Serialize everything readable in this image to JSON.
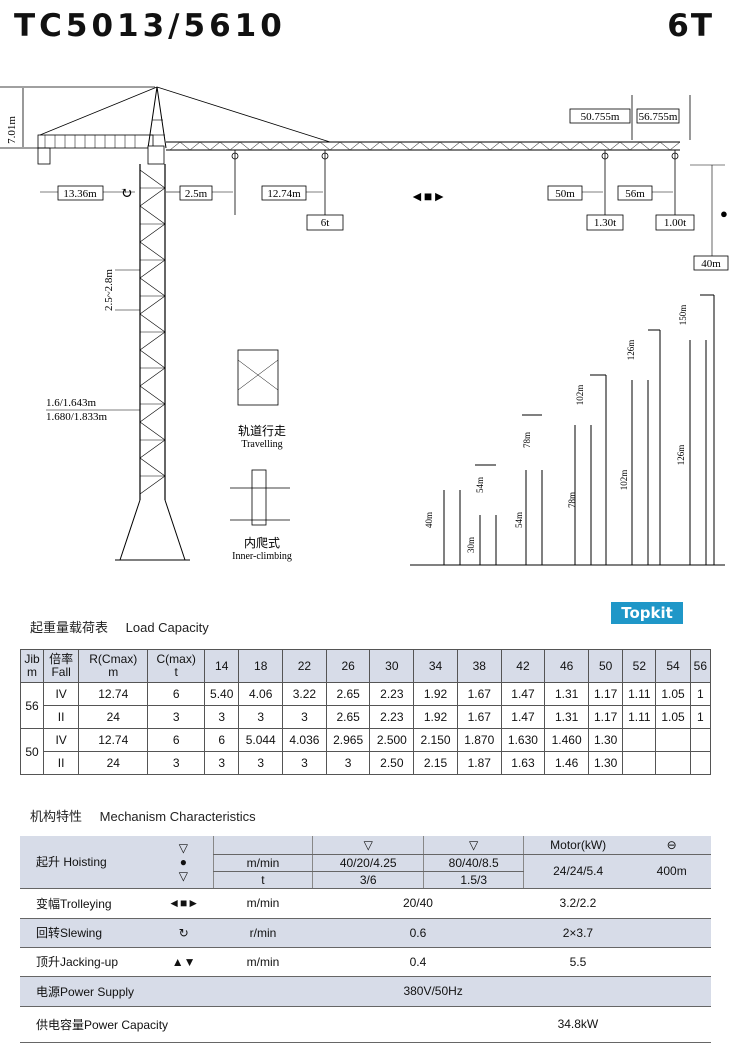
{
  "header": {
    "model": "TC5013/5610",
    "capacity": "6T"
  },
  "diagram": {
    "tip_height": "7.01m",
    "counter_jib": "13.36m",
    "pos_a": "2.5m",
    "pos_b": "12.74m",
    "load_max": "6t",
    "jib_50": "50.755m",
    "jib_56": "56.755m",
    "r50": "50m",
    "r56": "56m",
    "load_50": "1.30t",
    "load_56": "1.00t",
    "hook_height": "40m",
    "mast_step": "2.5~2.8m",
    "mast_size_1": "1.6/1.643m",
    "mast_size_2": "1.680/1.833m",
    "travelling_cn": "轨道行走",
    "travelling_en": "Travelling",
    "climbing_cn": "内爬式",
    "climbing_en": "Inner-climbing",
    "heights": {
      "h40": "40m",
      "h30": "30m",
      "h54": "54m",
      "h54b": "54m",
      "h78": "78m",
      "h78b": "78m",
      "h102": "102m",
      "h102b": "102m",
      "h126": "126m",
      "h126b": "126m",
      "h150": "150m"
    }
  },
  "load_section": {
    "title_cn": "起重量载荷表",
    "title_en": "Load Capacity",
    "brand": "Topkit"
  },
  "load_table": {
    "headers": {
      "jib": [
        "Jib",
        "m"
      ],
      "fall": [
        "倍率",
        "Fall"
      ],
      "r": [
        "R(Cmax)",
        "m"
      ],
      "c": [
        "C(max)",
        "t"
      ],
      "radii": [
        "14",
        "18",
        "22",
        "26",
        "30",
        "34",
        "38",
        "42",
        "46",
        "50",
        "52",
        "54",
        "56"
      ]
    },
    "groups": [
      {
        "jib": "56",
        "rows": [
          {
            "fall": "IV",
            "r": "12.74",
            "c": "6",
            "vals": [
              "5.40",
              "4.06",
              "3.22",
              "2.65",
              "2.23",
              "1.92",
              "1.67",
              "1.47",
              "1.31",
              "1.17",
              "1.11",
              "1.05",
              "1"
            ]
          },
          {
            "fall": "II",
            "r": "24",
            "c": "3",
            "vals": [
              "3",
              "3",
              "3",
              "2.65",
              "2.23",
              "1.92",
              "1.67",
              "1.47",
              "1.31",
              "1.17",
              "1.11",
              "1.05",
              "1"
            ]
          }
        ]
      },
      {
        "jib": "50",
        "rows": [
          {
            "fall": "IV",
            "r": "12.74",
            "c": "6",
            "vals": [
              "6",
              "5.044",
              "4.036",
              "2.965",
              "2.500",
              "2.150",
              "1.870",
              "1.630",
              "1.460",
              "1.30",
              "",
              "",
              ""
            ]
          },
          {
            "fall": "II",
            "r": "24",
            "c": "3",
            "vals": [
              "3",
              "3",
              "3",
              "3",
              "2.50",
              "2.15",
              "1.87",
              "1.63",
              "1.46",
              "1.30",
              "",
              "",
              ""
            ]
          }
        ]
      }
    ]
  },
  "mech_section": {
    "title_cn": "机构特性",
    "title_en": "Mechanism  Characteristics"
  },
  "mech_table": {
    "motor_label": "Motor(kW)",
    "hoisting": {
      "label": "起升 Hoisting",
      "unit1": "m/min",
      "unit2": "t",
      "v1a": "40/20/4.25",
      "v1b": "80/40/8.5",
      "v2a": "3/6",
      "v2b": "1.5/3",
      "motor": "24/24/5.4",
      "rope": "400m"
    },
    "trolleying": {
      "label": "变幅Trolleying",
      "unit": "m/min",
      "value": "20/40",
      "motor": "3.2/2.2"
    },
    "slewing": {
      "label": "回转Slewing",
      "unit": "r/min",
      "value": "0.6",
      "motor": "2×3.7"
    },
    "jacking": {
      "label": "顶升Jacking-up",
      "unit": "m/min",
      "value": "0.4",
      "motor": "5.5"
    },
    "power": {
      "label": "电源Power Supply",
      "value": "380V/50Hz"
    },
    "capacity": {
      "label": "供电容量Power Capacity",
      "value": "34.8kW"
    }
  }
}
